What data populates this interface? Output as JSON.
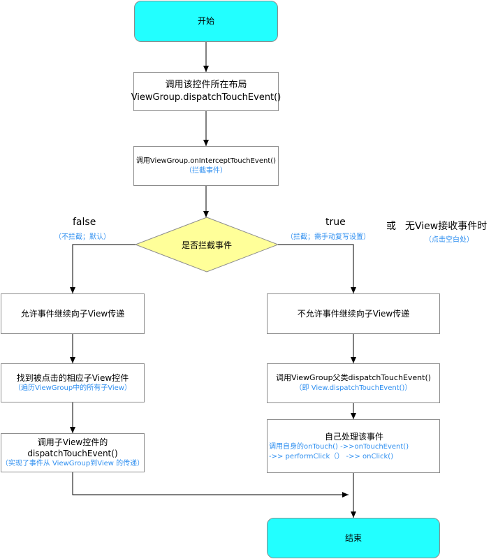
{
  "nodes": {
    "start": "开始",
    "call_dispatch": {
      "line1": "调用该控件所在布局",
      "line2": "ViewGroup.dispatchTouchEvent()"
    },
    "call_intercept": {
      "line1": "调用ViewGroup.onInterceptTouchEvent()",
      "note": "（拦截事件）"
    },
    "decision": "是否拦截事件",
    "allow": "允许事件继续向子View传递",
    "find_child": {
      "line1": "找到被点击的相应子View控件",
      "note": "（遍历ViewGroup中的所有子View）"
    },
    "child_dispatch": {
      "line1": "调用子View控件的",
      "line2": "dispatchTouchEvent()",
      "note": "（实现了事件从 ViewGroup到View 的传递）"
    },
    "deny": "不允许事件继续向子View传递",
    "parent_dispatch": {
      "line1": "调用ViewGroup父类dispatchTouchEvent()",
      "note": "（即 View.dispatchTouchEvent()）"
    },
    "self_handle": {
      "line1": "自己处理该事件",
      "line2": "调用自身的onTouch() ->>onTouchEvent()",
      "line3": "->> performClick（） ->> onClick()"
    },
    "end": "结束"
  },
  "labels": {
    "false_label": "false",
    "false_note": "（不拦截；默认）",
    "true_label": "true",
    "true_note": "（拦截；需手动复写设置）",
    "or_label": "或",
    "no_view_label": "无View接收事件时",
    "no_view_note": "（点击空白处）"
  },
  "colors": {
    "terminal_fill": "#22ffff",
    "decision_fill": "#ffff99",
    "note_text": "#2f8ff0"
  }
}
